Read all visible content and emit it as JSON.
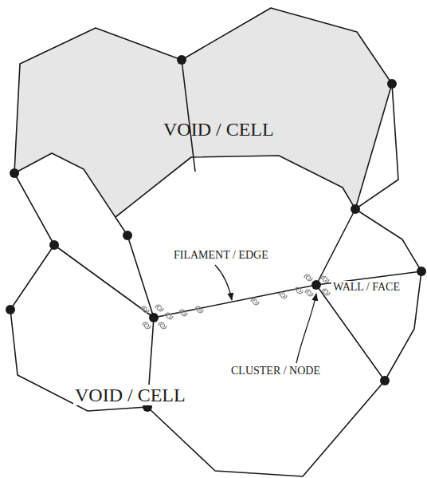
{
  "diagram": {
    "labels": [
      "VOID / CELL",
      "FILAMENT / EDGE",
      "WALL / FACE",
      "CLUSTER / NODE",
      "VOID / CELL"
    ]
  }
}
